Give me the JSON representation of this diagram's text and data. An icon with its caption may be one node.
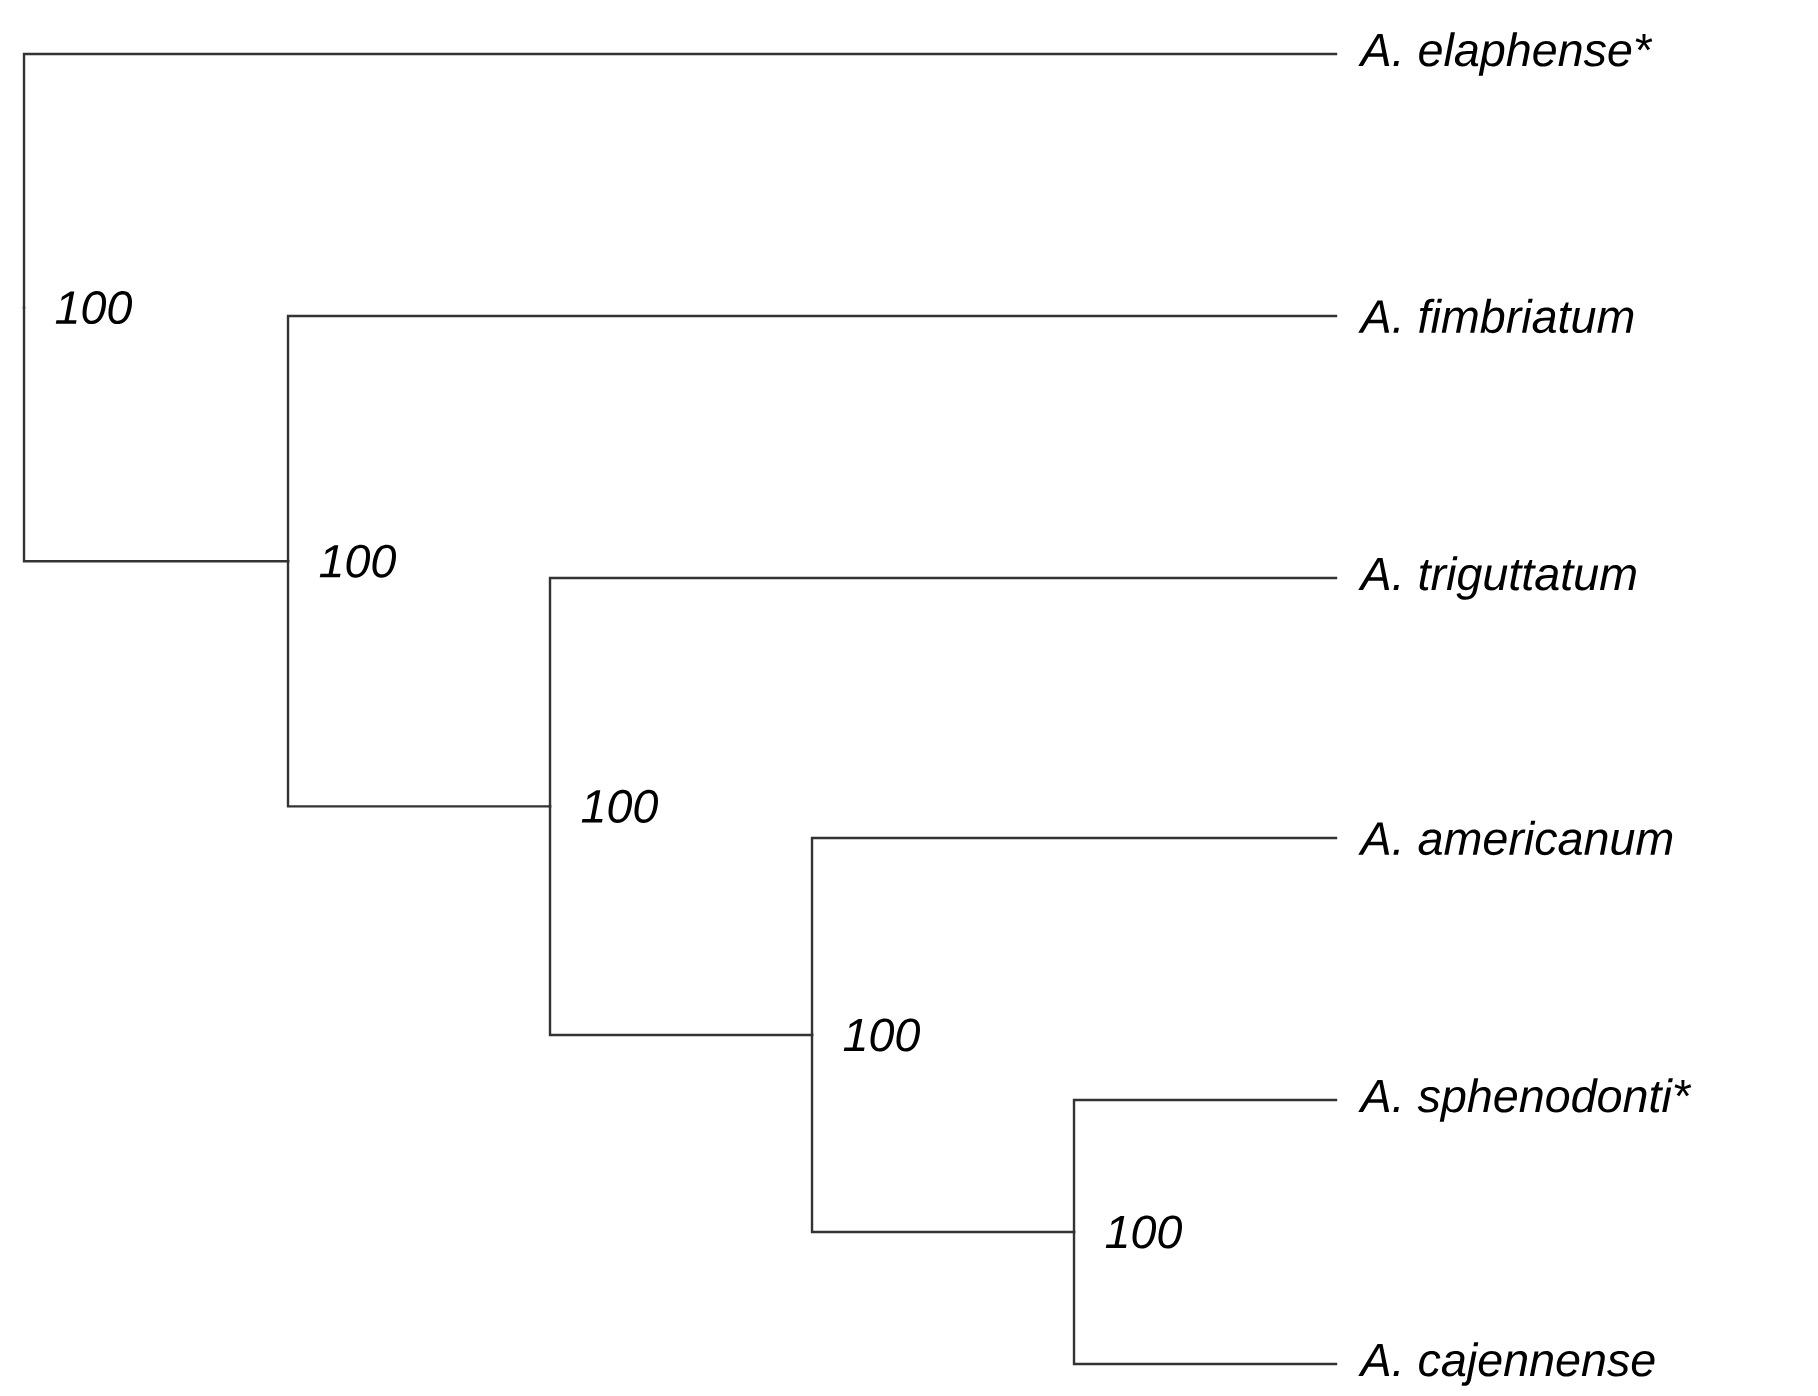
{
  "diagram": {
    "nodes": [
      {
        "text": [
          "A. elaphense*"
        ]
      },
      {
        "text": [
          "A. fimbriatum"
        ]
      },
      {
        "text": [
          "A. triguttatum"
        ]
      },
      {
        "text": [
          "A. americanum"
        ]
      },
      {
        "text": [
          "A. sphenodonti*"
        ]
      },
      {
        "text": [
          "A. cajennense"
        ]
      },
      {
        "text": [
          "100"
        ]
      },
      {
        "text": [
          "100"
        ]
      },
      {
        "text": [
          "100"
        ]
      },
      {
        "text": [
          "100"
        ]
      },
      {
        "text": [
          "100"
        ]
      }
    ],
    "edges": [
      {
        "from": 6,
        "to": 0,
        "arrow": "none"
      },
      {
        "from": 6,
        "to": 7,
        "arrow": "none"
      },
      {
        "from": 7,
        "to": 1,
        "arrow": "none"
      },
      {
        "from": 7,
        "to": 8,
        "arrow": "none"
      },
      {
        "from": 8,
        "to": 2,
        "arrow": "none"
      },
      {
        "from": 8,
        "to": 9,
        "arrow": "none"
      },
      {
        "from": 9,
        "to": 3,
        "arrow": "none"
      },
      {
        "from": 9,
        "to": 10,
        "arrow": "none"
      },
      {
        "from": 10,
        "to": 4,
        "arrow": "none"
      },
      {
        "from": 10,
        "to": 5,
        "arrow": "none"
      }
    ]
  }
}
